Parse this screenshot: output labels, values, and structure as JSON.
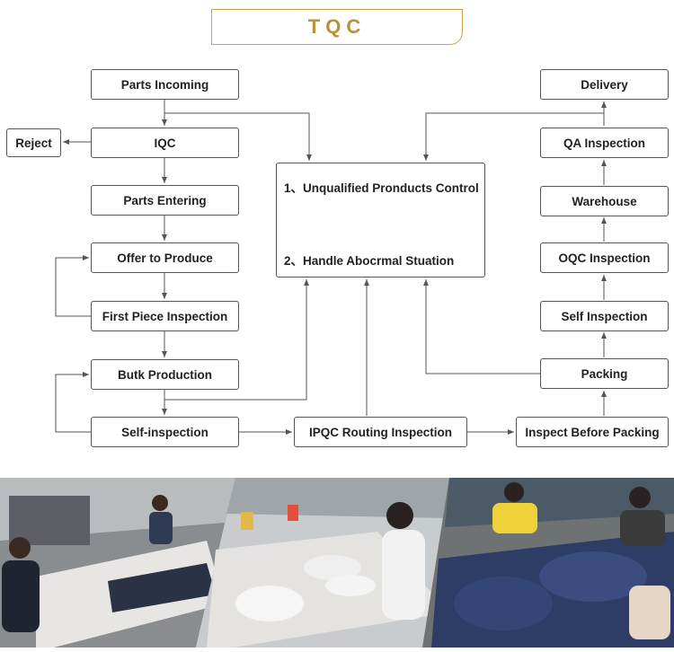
{
  "title": "TQC",
  "left_column": [
    "Parts Incoming",
    "IQC",
    "Parts Entering",
    "Offer to Produce",
    "First Piece Inspection",
    "Butk Production",
    "Self-inspection"
  ],
  "reject": "Reject",
  "center": {
    "line1": "1、Unqualified Pronducts Control",
    "line2": "2、Handle Abocrmal Stuation"
  },
  "ipqc": "IPQC Routing Inspection",
  "inspect_before_packing": "Inspect Before Packing",
  "right_column": [
    "Delivery",
    "QA Inspection",
    "Warehouse",
    "OQC Inspection",
    "Self Inspection",
    "Packing"
  ],
  "colors": {
    "accent": "#c9a44a",
    "line": "#555555"
  },
  "photos": [
    {
      "name": "workshop-photo-1"
    },
    {
      "name": "workshop-photo-2"
    },
    {
      "name": "workshop-photo-3"
    }
  ]
}
